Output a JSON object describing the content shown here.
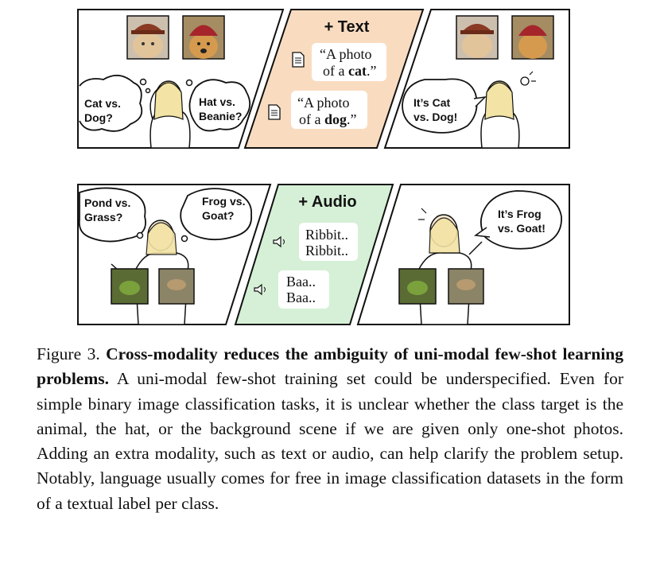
{
  "figure": {
    "text_row": {
      "title": "+ Text",
      "left_thought_1": [
        "Cat vs.",
        "Dog?"
      ],
      "left_thought_2": [
        "Hat vs.",
        "Beanie?"
      ],
      "quote_cat": {
        "line1": "“A photo",
        "line2_pre": "of a ",
        "line2_bold": "cat",
        "line2_post": ".”"
      },
      "quote_dog": {
        "line1": "“A photo",
        "line2_pre": "of a ",
        "line2_bold": "dog",
        "line2_post": ".”"
      },
      "right_speech": [
        "It’s Cat",
        "vs. Dog!"
      ]
    },
    "audio_row": {
      "title": "+ Audio",
      "left_thought_1": [
        "Pond vs.",
        "Grass?"
      ],
      "left_thought_2": [
        "Frog vs.",
        "Goat?"
      ],
      "sound_frog": [
        "Ribbit..",
        "Ribbit.."
      ],
      "sound_goat": [
        "Baa..",
        "Baa.."
      ],
      "right_speech": [
        "It’s Frog",
        "vs. Goat!"
      ]
    },
    "colors": {
      "text_panel": "#f9dcc0",
      "audio_panel": "#d5f0d6",
      "stroke": "#111111"
    }
  },
  "caption": {
    "label": "Figure 3.",
    "title": "Cross-modality reduces the ambiguity of uni-modal few-shot learning problems.",
    "body": "A uni-modal few-shot training set could be underspecified. Even for simple binary image classification tasks, it is unclear whether the class target is the animal, the hat, or the background scene if we are given only one-shot photos. Adding an extra modality, such as text or audio, can help clarify the problem setup. Notably, language usually comes for free in image classification datasets in the form of a textual label per class."
  }
}
